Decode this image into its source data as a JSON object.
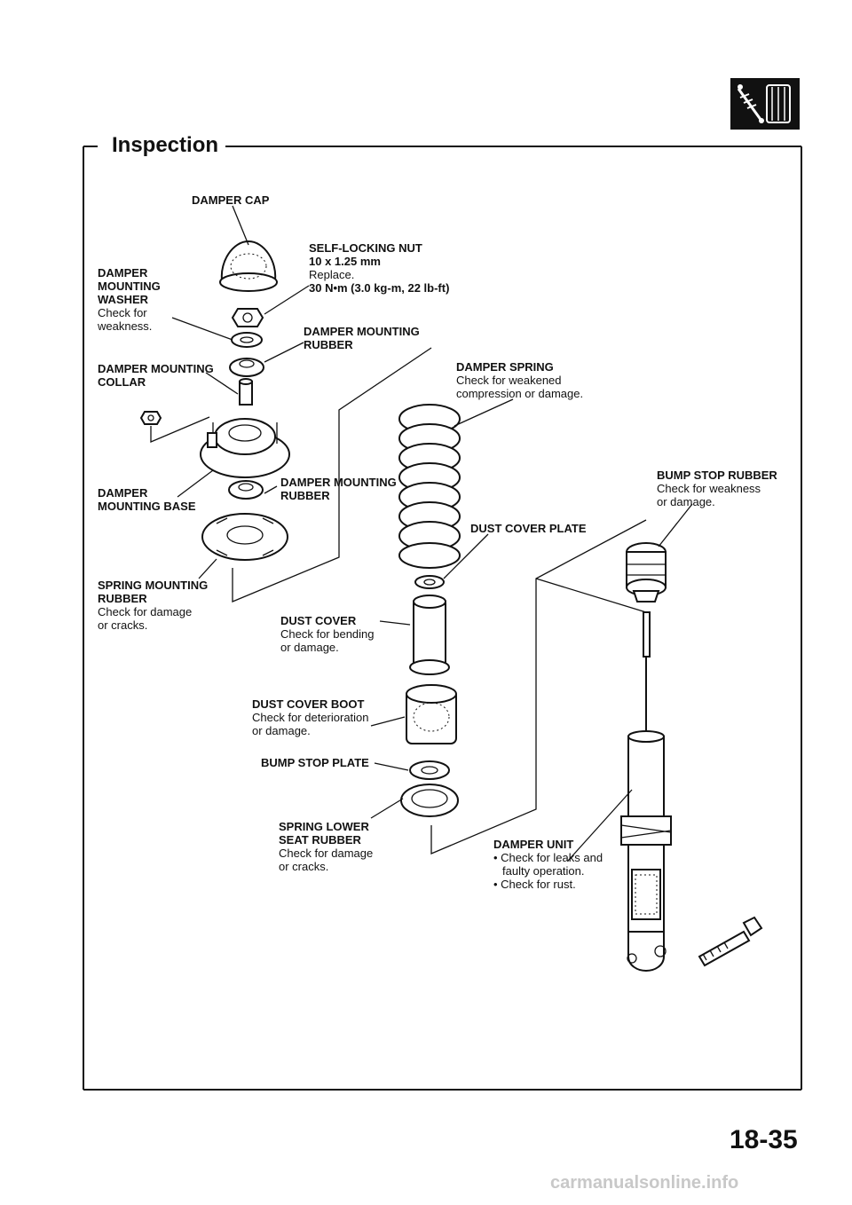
{
  "page": {
    "section_title": "Inspection",
    "page_number": "18-35",
    "watermark": "carmanualsonline.info",
    "tab_icon": "shock-absorber-icon"
  },
  "labels": {
    "damper_cap": {
      "title": "DAMPER CAP"
    },
    "self_locking_nut": {
      "title": "SELF-LOCKING NUT",
      "size": "10 x 1.25 mm",
      "note": "Replace.",
      "torque": "30 N•m (3.0 kg-m, 22 lb-ft)"
    },
    "damper_mounting_washer": {
      "title_l1": "DAMPER",
      "title_l2": "MOUNTING",
      "title_l3": "WASHER",
      "note_l1": "Check for",
      "note_l2": "weakness."
    },
    "damper_mounting_rubber_upper": {
      "title_l1": "DAMPER MOUNTING",
      "title_l2": "RUBBER"
    },
    "damper_mounting_collar": {
      "title_l1": "DAMPER MOUNTING",
      "title_l2": "COLLAR"
    },
    "damper_spring": {
      "title": "DAMPER SPRING",
      "note_l1": "Check for weakened",
      "note_l2": "compression or damage."
    },
    "damper_mounting_base": {
      "title_l1": "DAMPER",
      "title_l2": "MOUNTING BASE"
    },
    "damper_mounting_rubber_lower": {
      "title_l1": "DAMPER MOUNTING",
      "title_l2": "RUBBER"
    },
    "bump_stop_rubber": {
      "title": "BUMP STOP RUBBER",
      "note_l1": "Check for weakness",
      "note_l2": "or damage."
    },
    "dust_cover_plate": {
      "title": "DUST COVER PLATE"
    },
    "spring_mounting_rubber": {
      "title_l1": "SPRING MOUNTING",
      "title_l2": "RUBBER",
      "note_l1": "Check for damage",
      "note_l2": "or cracks."
    },
    "dust_cover": {
      "title": "DUST COVER",
      "note_l1": "Check for bending",
      "note_l2": "or damage."
    },
    "dust_cover_boot": {
      "title": "DUST COVER BOOT",
      "note_l1": "Check for deterioration",
      "note_l2": "or damage."
    },
    "bump_stop_plate": {
      "title": "BUMP STOP PLATE"
    },
    "spring_lower_seat_rubber": {
      "title_l1": "SPRING LOWER",
      "title_l2": "SEAT RUBBER",
      "note_l1": "Check for damage",
      "note_l2": "or cracks."
    },
    "damper_unit": {
      "title": "DAMPER UNIT",
      "note_l1": "• Check for leaks and",
      "note_l2": "faulty operation.",
      "note_l3": "• Check for rust."
    }
  }
}
